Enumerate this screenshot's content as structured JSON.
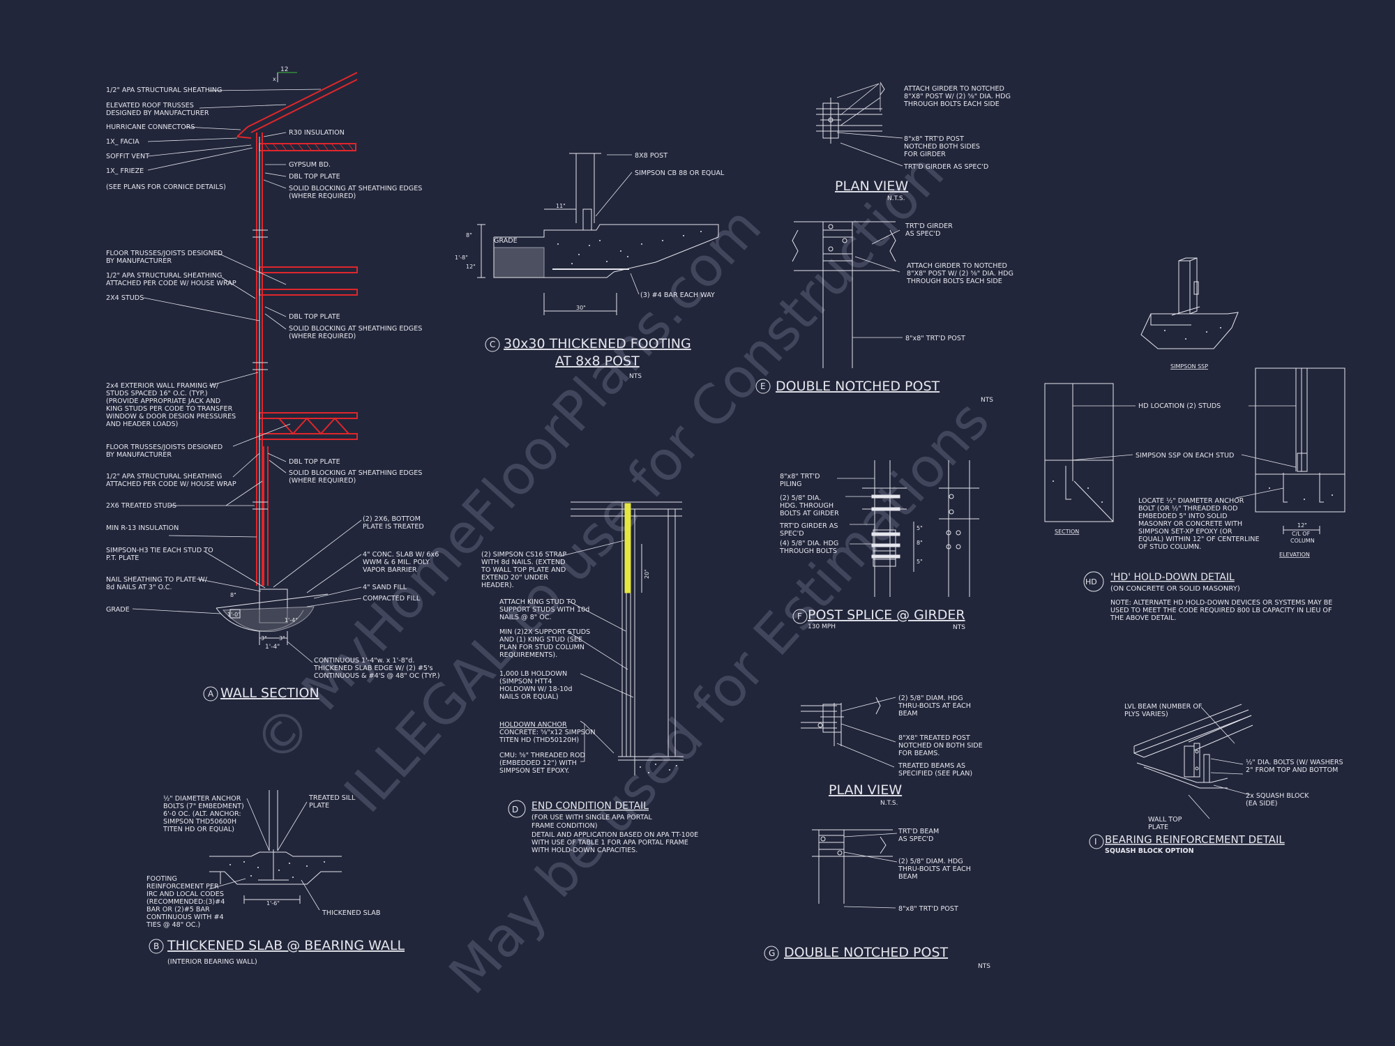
{
  "colors": {
    "background": "#22263a",
    "line": "#e6e7ee",
    "red": "#e0262c",
    "yellow": "#e6e640",
    "watermark": "#6a6e86"
  },
  "watermark": {
    "line1": "© MyHomeFloorPlans.com",
    "line2": "ILLEGAL to use for Construction",
    "line3": "May be used for Estimations"
  },
  "detailA": {
    "marker": "A",
    "title": "WALL SECTION",
    "slope_run": "12",
    "slope_x": "x",
    "left_callouts": [
      "1/2\" APA STRUCTURAL SHEATHING",
      "ELEVATED ROOF TRUSSES",
      "DESIGNED BY MANUFACTURER",
      "HURRICANE CONNECTORS",
      "1X_ FACIA",
      "SOFFIT VENT",
      "1X_ FRIEZE",
      "(SEE PLANS FOR CORNICE DETAILS)",
      "FLOOR TRUSSES/JOISTS DESIGNED",
      "BY MANUFACTURER",
      "1/2\" APA STRUCTURAL  SHEATHING",
      "ATTACHED PER CODE W/ HOUSE WRAP",
      "2X4 STUDS",
      "2x4 EXTERIOR WALL FRAMING W/",
      "STUDS SPACED 16\" O.C. (TYP.)",
      "(PROVIDE APPROPRIATE JACK AND",
      "KING STUDS PER CODE TO TRANSFER",
      "WINDOW & DOOR DESIGN PRESSURES",
      "AND HEADER LOADS)",
      "FLOOR TRUSSES/JOISTS DESIGNED",
      "BY MANUFACTURER",
      "1/2\" APA STRUCTURAL SHEATHING",
      "ATTACHED PER CODE W/ HOUSE WRAP",
      "2X6 TREATED STUDS",
      "MIN R-13 INSULATION",
      "SIMPSON-H3 TIE EACH STUD TO",
      "P.T. PLATE",
      "NAIL SHEATHING TO PLATE W/",
      "8d NAILS AT 3\" O.C.",
      "GRADE"
    ],
    "right_callouts": [
      "R30 INSULATION",
      "GYPSUM BD.",
      "DBL TOP PLATE",
      "SOLID BLOCKING AT SHEATHING EDGES",
      "(WHERE REQUIRED)",
      "DBL TOP PLATE",
      "SOLID BLOCKING AT SHEATHING EDGES",
      "(WHERE REQUIRED)",
      "DBL TOP PLATE",
      "SOLID BLOCKING AT SHEATHING EDGES",
      "(WHERE REQUIRED)",
      "(2) 2X6, BOTTOM",
      "PLATE IS TREATED",
      "4\" CONC. SLAB W/ 6x6",
      "WWM & 6 MIL. POLY",
      "VAPOR BARRIER",
      "4\" SAND FILL",
      "COMPACTED FILL",
      "CONTINUOUS 1'-4\"w. x 1'-8\"d.",
      "THICKENED SLAB EDGE W/ (2) #5's",
      "CONTINUOUS & #4'S @ 48\" OC (TYP.)"
    ],
    "dims": [
      "1'-4\"",
      "3\"",
      "3\"",
      "8\"",
      "1'-0\"",
      "1'-4\""
    ]
  },
  "detailB": {
    "marker": "B",
    "title": "THICKENED SLAB @ BEARING WALL",
    "subtitle": "(INTERIOR BEARING WALL)",
    "notes_left": [
      "½\" DIAMETER ANCHOR",
      "BOLTS (7\" EMBEDMENT)",
      "6'-0 OC. (ALT. ANCHOR:",
      "SIMPSON THD50600H",
      "TITEN HD OR EQUAL)"
    ],
    "notes_footing": [
      "FOOTING",
      "REINFORCEMENT PER",
      "IRC AND LOCAL CODES",
      "(RECOMMENDED:(3)#4",
      "BAR OR (2)#5 BAR",
      "CONTINUOUS WITH #4",
      "TIES @ 48\" OC.)"
    ],
    "sill": [
      "TREATED SILL",
      "PLATE"
    ],
    "thickened": "THICKENED SLAB",
    "dim": "1'-6\""
  },
  "detailC": {
    "marker": "C",
    "title_line1": "30x30 THICKENED FOOTING",
    "title_line2": "AT 8x8 POST",
    "nts": "NTS",
    "labels": [
      "8X8 POST",
      "SIMPSON CB 88 OR EQUAL",
      "(3) #4 BAR EACH WAY",
      "GRADE"
    ],
    "dims": [
      "11\"",
      "8\"",
      "12\"",
      "1'-8\"",
      "30\""
    ]
  },
  "detailD": {
    "marker": "D",
    "title": "END CONDITION DETAIL",
    "sub": [
      "(FOR USE WITH SINGLE APA PORTAL",
      "FRAME CONDITION)",
      "DETAIL AND APPLICATION BASED ON APA TT-100E",
      "WITH USE OF TABLE 1 FOR APA PORTAL FRAME",
      "WITH HOLD-DOWN CAPACITIES."
    ],
    "notes": [
      "(2) SIMPSON CS16 STRAP",
      "WITH 8d NAILS. (EXTEND",
      "TO WALL TOP PLATE AND",
      "EXTEND 20\" UNDER",
      "HEADER).",
      "ATTACH KING STUD TO",
      "SUPPORT STUDS WITH 10d",
      "NAILS @ 8\" OC.",
      "MIN (2)2X SUPPORT STUDS",
      "AND (1) KING STUD (SEE",
      "PLAN FOR STUD COLUMN",
      "REQUIREMENTS).",
      "1,000 LB HOLDOWN",
      "(SIMPSON HTT4",
      "HOLDOWN W/ 18-10d",
      "NAILS OR EQUAL)"
    ],
    "anchor": [
      "HOLDOWN ANCHOR",
      "CONCRETE: ⅝\"x12 SIMPSON",
      "TITEN HD (THD50120H)",
      "CMU: ⅝\" THREADED ROD",
      "(EMBEDDED 12\") WITH",
      "SIMPSON SET EPOXY."
    ],
    "dim": "20\""
  },
  "detailE": {
    "plan_title": "PLAN VIEW",
    "plan_nts": "N.T.S.",
    "marker": "E",
    "title": "DOUBLE NOTCHED POST",
    "nts": "NTS",
    "plan_labels": [
      "ATTACH GIRDER TO NOTCHED",
      "8\"X8\" POST W/ (2) ⅝\" DIA. HDG",
      "THROUGH BOLTS EACH SIDE",
      "8\"x8\" TRT'D POST",
      "NOTCHED BOTH SIDES",
      "FOR GIRDER",
      "TRT'D GIRDER AS SPEC'D"
    ],
    "elev_labels": [
      "TRT'D GIRDER",
      "AS SPEC'D",
      "ATTACH GIRDER TO NOTCHED",
      "8\"X8\" POST W/ (2) ⅝\" DIA. HDG",
      "THROUGH BOLTS EACH SIDE",
      "8\"x8\" TRT'D POST"
    ]
  },
  "detailF": {
    "marker": "F",
    "title": "POST SPLICE @ GIRDER",
    "sub": "130 MPH",
    "nts": "NTS",
    "labels": [
      "8\"x8\" TRT'D",
      "PILING",
      "(2) 5/8\" DIA.",
      "HDG. THROUGH",
      "BOLTS AT GIRDER",
      "TRT'D GIRDER AS",
      "SPEC'D",
      "(4) 5/8\" DIA. HDG",
      "THROUGH BOLTS"
    ],
    "dims": [
      "5\"",
      "8\"",
      "5\""
    ]
  },
  "detailG": {
    "plan_title": "PLAN VIEW",
    "plan_nts": "N.T.S.",
    "marker": "G",
    "title": "DOUBLE NOTCHED POST",
    "nts": "NTS",
    "plan_labels": [
      "(2) 5/8\" DIAM. HDG",
      "THRU-BOLTS AT EACH",
      "BEAM",
      "8\"X8\" TREATED POST",
      "NOTCHED ON BOTH SIDE",
      "FOR BEAMS.",
      "TREATED BEAMS AS",
      "SPECIFIED (SEE PLAN)"
    ],
    "elev_labels": [
      "TRT'D BEAM",
      "AS SPEC'D",
      "(2) 5/8\" DIAM. HDG",
      "THRU-BOLTS AT EACH",
      "BEAM",
      "8\"x8\" TRT'D POST"
    ]
  },
  "detailH": {
    "marker": "HD",
    "title": "'HD' HOLD-DOWN DETAIL",
    "sub": "(ON CONCRETE OR SOLID MASONRY)",
    "note": [
      "NOTE: ALTERNATE HD HOLD-DOWN DEVICES OR SYSTEMS MAY BE",
      "USED TO MEET THE CODE REQUIRED 800 LB CAPACITY IN LIEU OF",
      "THE ABOVE DETAIL."
    ],
    "iso_label": "SIMPSON SSP",
    "labels": [
      "HD LOCATION (2) STUDS",
      "SIMPSON SSP ON EACH STUD",
      "LOCATE ½\" DIAMETER ANCHOR",
      "BOLT (OR ½\" THREADED ROD",
      "EMBEDDED 5\" INTO SOLID",
      "MASONRY OR CONCRETE WITH",
      "SIMPSON SET-XP EPOXY (OR",
      "EQUAL) WITHIN 12\" OF CENTERLINE",
      "OF STUD COLUMN."
    ],
    "section": "SECTION",
    "elevation": "ELEVATION",
    "dim_lines": [
      "12\"",
      "C/L OF",
      "COLUMN"
    ]
  },
  "detailI": {
    "marker": "I",
    "title": "BEARING REINFORCEMENT DETAIL",
    "sub": "SQUASH BLOCK OPTION",
    "labels": [
      "LVL BEAM (NUMBER OF",
      "PLYS VARIES)",
      "½\" DIA. BOLTS (W/ WASHERS",
      "2\" FROM TOP AND BOTTOM",
      "2x SQUASH BLOCK",
      "(EA SIDE)",
      "WALL TOP",
      "PLATE"
    ]
  }
}
